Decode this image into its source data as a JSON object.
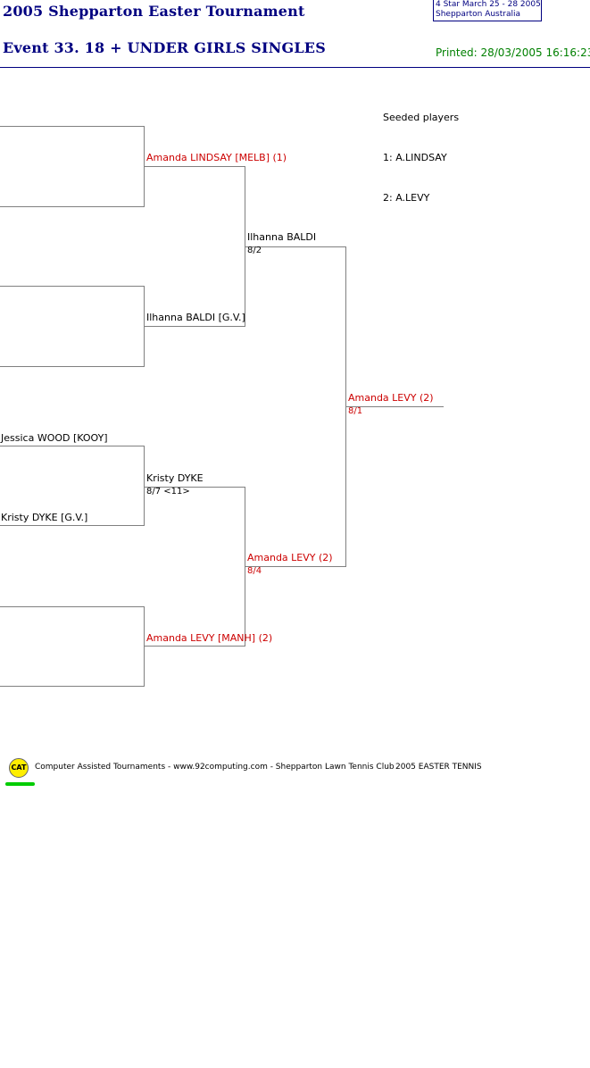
{
  "header": {
    "tournament_title": "2005 Shepparton Easter Tournament",
    "event_title": "Event 33. 18 + UNDER GIRLS SINGLES",
    "info_box": {
      "line1": "4 Star   March 25 - 28 2005",
      "line2": "Shepparton    Australia"
    },
    "printed": "Printed: 28/03/2005 16:16:23"
  },
  "seeds": {
    "heading": "Seeded players",
    "items": [
      "1: A.LINDSAY",
      "2: A.LEVY"
    ]
  },
  "round1": {
    "m1_winner": "Amanda LINDSAY [MELB] (1)",
    "m2_winner": "Ilhanna BALDI [G.V.]",
    "m3_top": "Jessica WOOD [KOOY]",
    "m3_bottom": "Kristy DYKE [G.V.]",
    "m4_winner": "Amanda LEVY [MANH] (2)"
  },
  "round2": {
    "upper_name": "Kristy DYKE",
    "upper_score": "8/7 <11>"
  },
  "semis": {
    "top_name": "Ilhanna BALDI",
    "top_score": "8/2",
    "bottom_name": "Amanda LEVY (2)",
    "bottom_score": "8/4"
  },
  "final": {
    "name": "Amanda LEVY (2)",
    "score": "8/1"
  },
  "footer": {
    "logo_text": "CAT",
    "text": "Computer Assisted Tournaments - www.92computing.com -  Shepparton Lawn Tennis Club",
    "event_name": "2005 EASTER TENNIS"
  },
  "colors": {
    "title": "#000080",
    "printed": "#008000",
    "seeded_winner": "#cc0000",
    "bracket_line": "#808080"
  }
}
